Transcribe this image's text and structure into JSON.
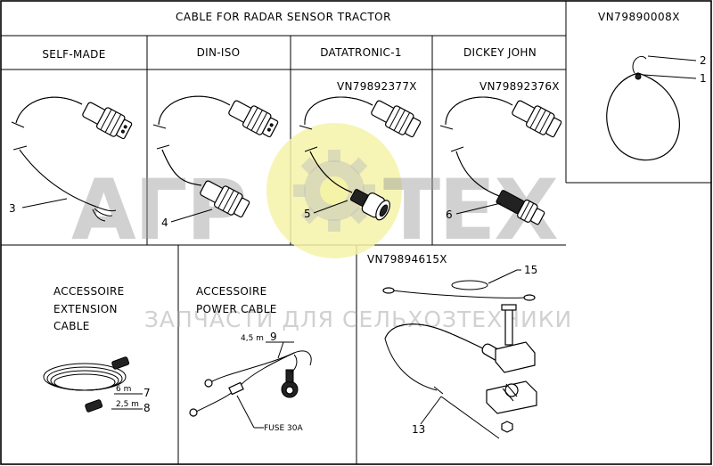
{
  "header": {
    "cable_title": "CABLE FOR RADAR SENSOR TRACTOR",
    "right_part_number": "VN79890008X"
  },
  "columns": [
    {
      "label": "SELF-MADE",
      "callout": "3"
    },
    {
      "label": "DIN-ISO",
      "callout": "4"
    },
    {
      "label": "DATATRONIC-1",
      "part_number": "VN79892377X",
      "callout": "5"
    },
    {
      "label": "DICKEY JOHN",
      "part_number": "VN79892376X",
      "callout": "6"
    }
  ],
  "cover": {
    "callout_1": "1",
    "callout_2": "2"
  },
  "accessories": {
    "extension": {
      "title_line1": "ACCESSOIRE",
      "title_line2": "EXTENSION",
      "title_line3": "CABLE",
      "length_1": "6 m",
      "callout_1": "7",
      "length_2": "2,5 m",
      "callout_2": "8"
    },
    "power": {
      "title_line1": "ACCESSOIRE",
      "title_line2": "POWER CABLE",
      "length": "4,5 m",
      "callout": "9",
      "fuse_label": "FUSE 30A"
    },
    "mount": {
      "part_number": "VN79894615X",
      "callout_15": "15",
      "callout_13": "13"
    }
  },
  "watermark": {
    "logo_text": "АГРОТЕХ",
    "tagline": "ЗАПЧАСТИ ДЛЯ СЕЛЬХОЗТЕХНИКИ"
  }
}
